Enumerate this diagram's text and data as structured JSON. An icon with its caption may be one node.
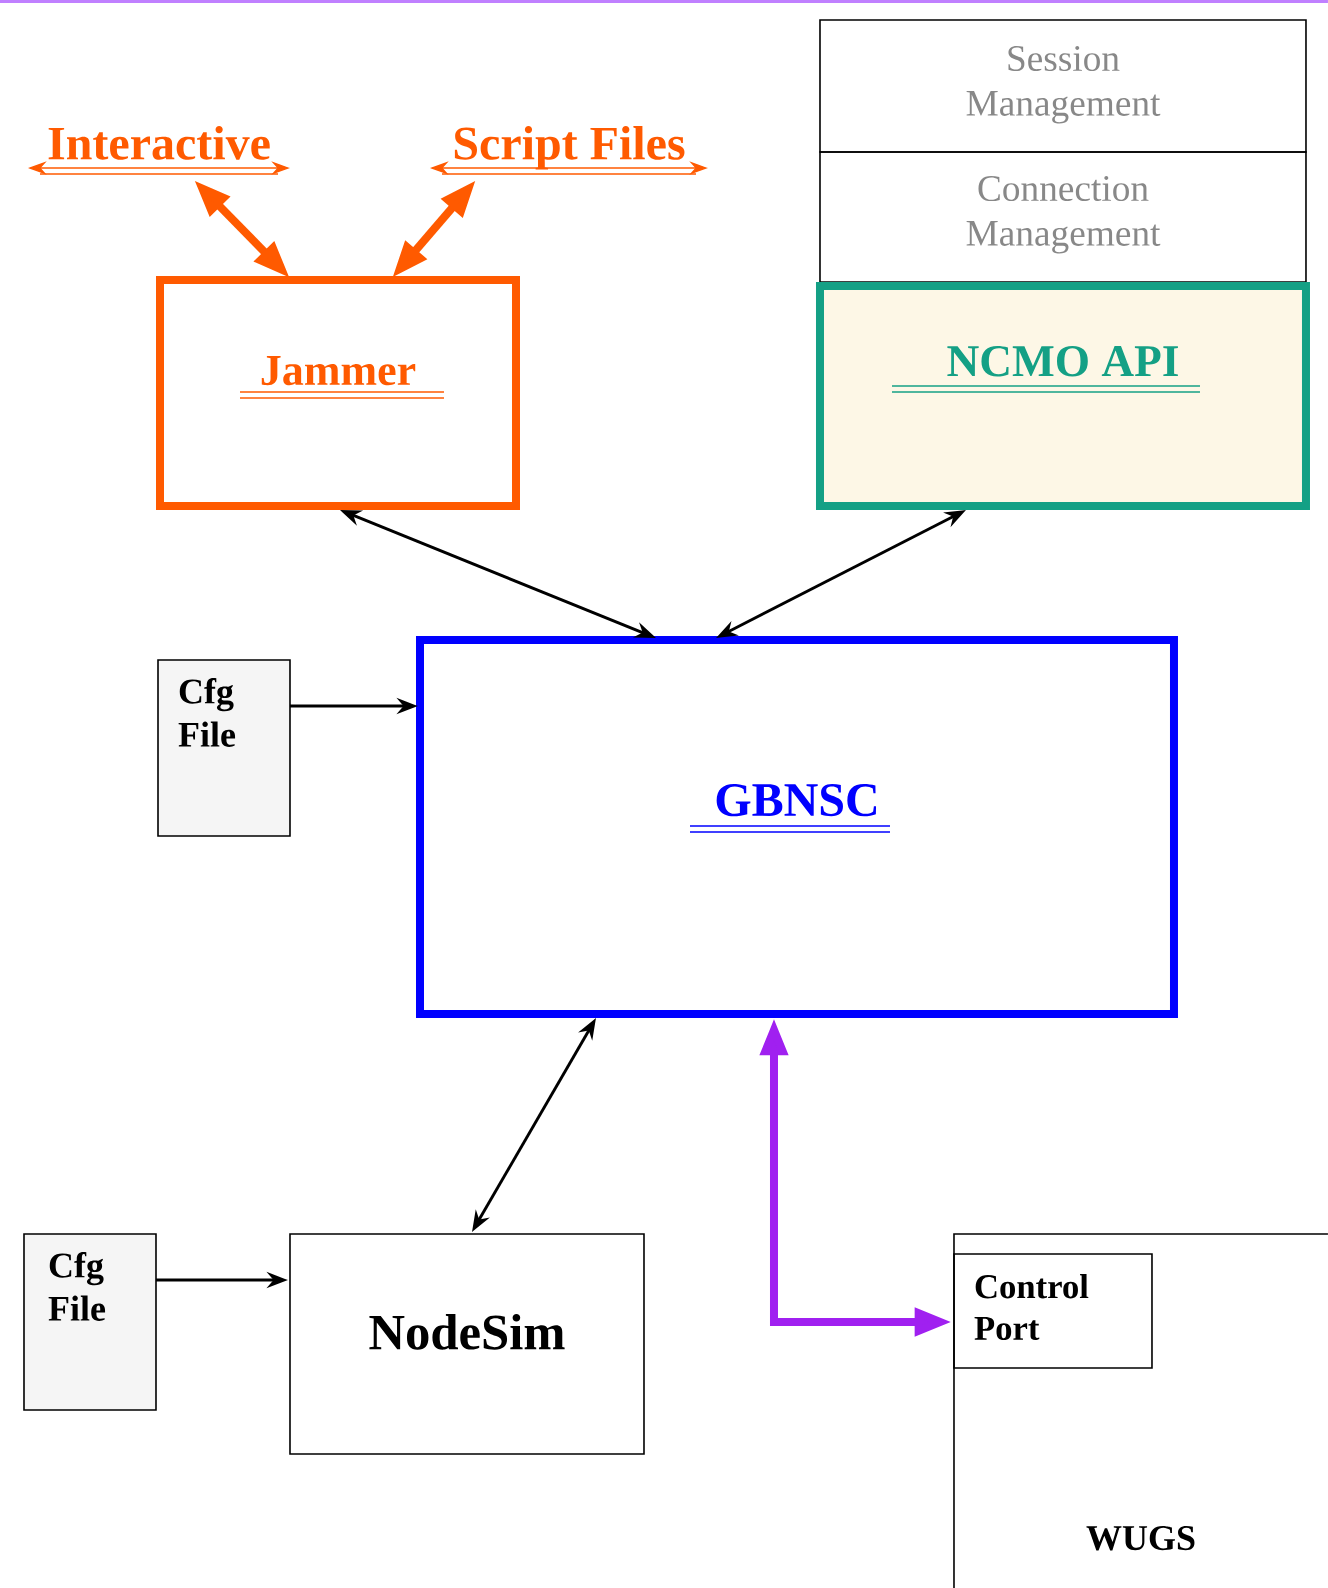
{
  "diagram": {
    "nodes": [
      {
        "text": [
          "Interactive"
        ]
      },
      {
        "text": [
          "Script Files"
        ]
      },
      {
        "text": [
          "Session Management"
        ]
      },
      {
        "text": [
          "Connection Management"
        ]
      },
      {
        "text": [
          "Jammer"
        ]
      },
      {
        "text": [
          "NCMO API"
        ]
      },
      {
        "text": [
          "Cfg File"
        ]
      },
      {
        "text": [
          "GBNSC"
        ]
      },
      {
        "text": [
          "Cfg File"
        ]
      },
      {
        "text": [
          "NodeSim"
        ]
      },
      {
        "text": [
          "WUGS"
        ]
      },
      {
        "text": [
          "Control Port"
        ],
        "in": 10
      }
    ],
    "edges": [
      {
        "from": 0,
        "to": 4,
        "arrow": "both",
        "style": "thick",
        "color": "#ff5a00"
      },
      {
        "from": 1,
        "to": 4,
        "arrow": "both",
        "style": "thick",
        "color": "#ff5a00"
      },
      {
        "from": 4,
        "to": 7,
        "arrow": "both"
      },
      {
        "from": 5,
        "to": 7,
        "arrow": "both"
      },
      {
        "from": 6,
        "to": 7,
        "arrow": "to"
      },
      {
        "from": 9,
        "to": 7,
        "arrow": "both"
      },
      {
        "from": 8,
        "to": 9,
        "arrow": "to"
      },
      {
        "from": 7,
        "to": 11,
        "arrow": "both",
        "style": "thick",
        "color": "#a020f0"
      }
    ]
  }
}
